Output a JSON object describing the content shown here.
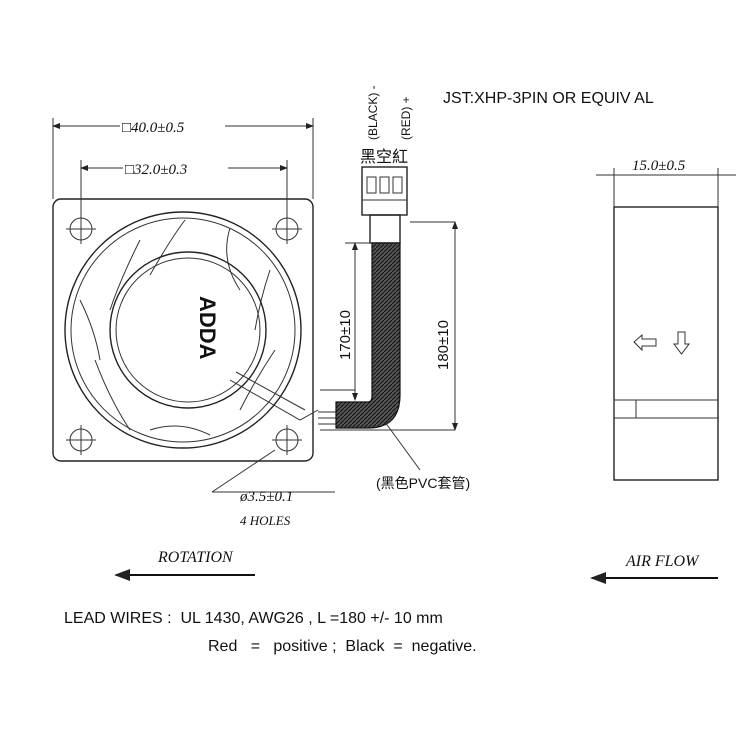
{
  "connector": {
    "spec": "JST:XHP-3PIN OR EQUIV AL",
    "wire_black": "(BLACK) -",
    "wire_red": "(RED) +",
    "chinese_colors": "黑空紅"
  },
  "front_view": {
    "outer_dim": "□40.0±0.5",
    "hole_spacing": "□32.0±0.3",
    "hole_dia": "ø3.5±0.1",
    "hole_count": "4 HOLES",
    "logo": "ADDA"
  },
  "lead": {
    "short_len": "170±10",
    "long_len": "180±10",
    "sleeve": "(黑色PVC套管)"
  },
  "side_view": {
    "thickness": "15.0±0.5"
  },
  "directions": {
    "rotation": "ROTATION",
    "air_flow": "AIR FLOW"
  },
  "notes": {
    "line1": "LEAD WIRES :  UL 1430, AWG26 , L =180 +/- 10 mm",
    "line2": "Red   =   positive ;  Black  =  negative."
  }
}
